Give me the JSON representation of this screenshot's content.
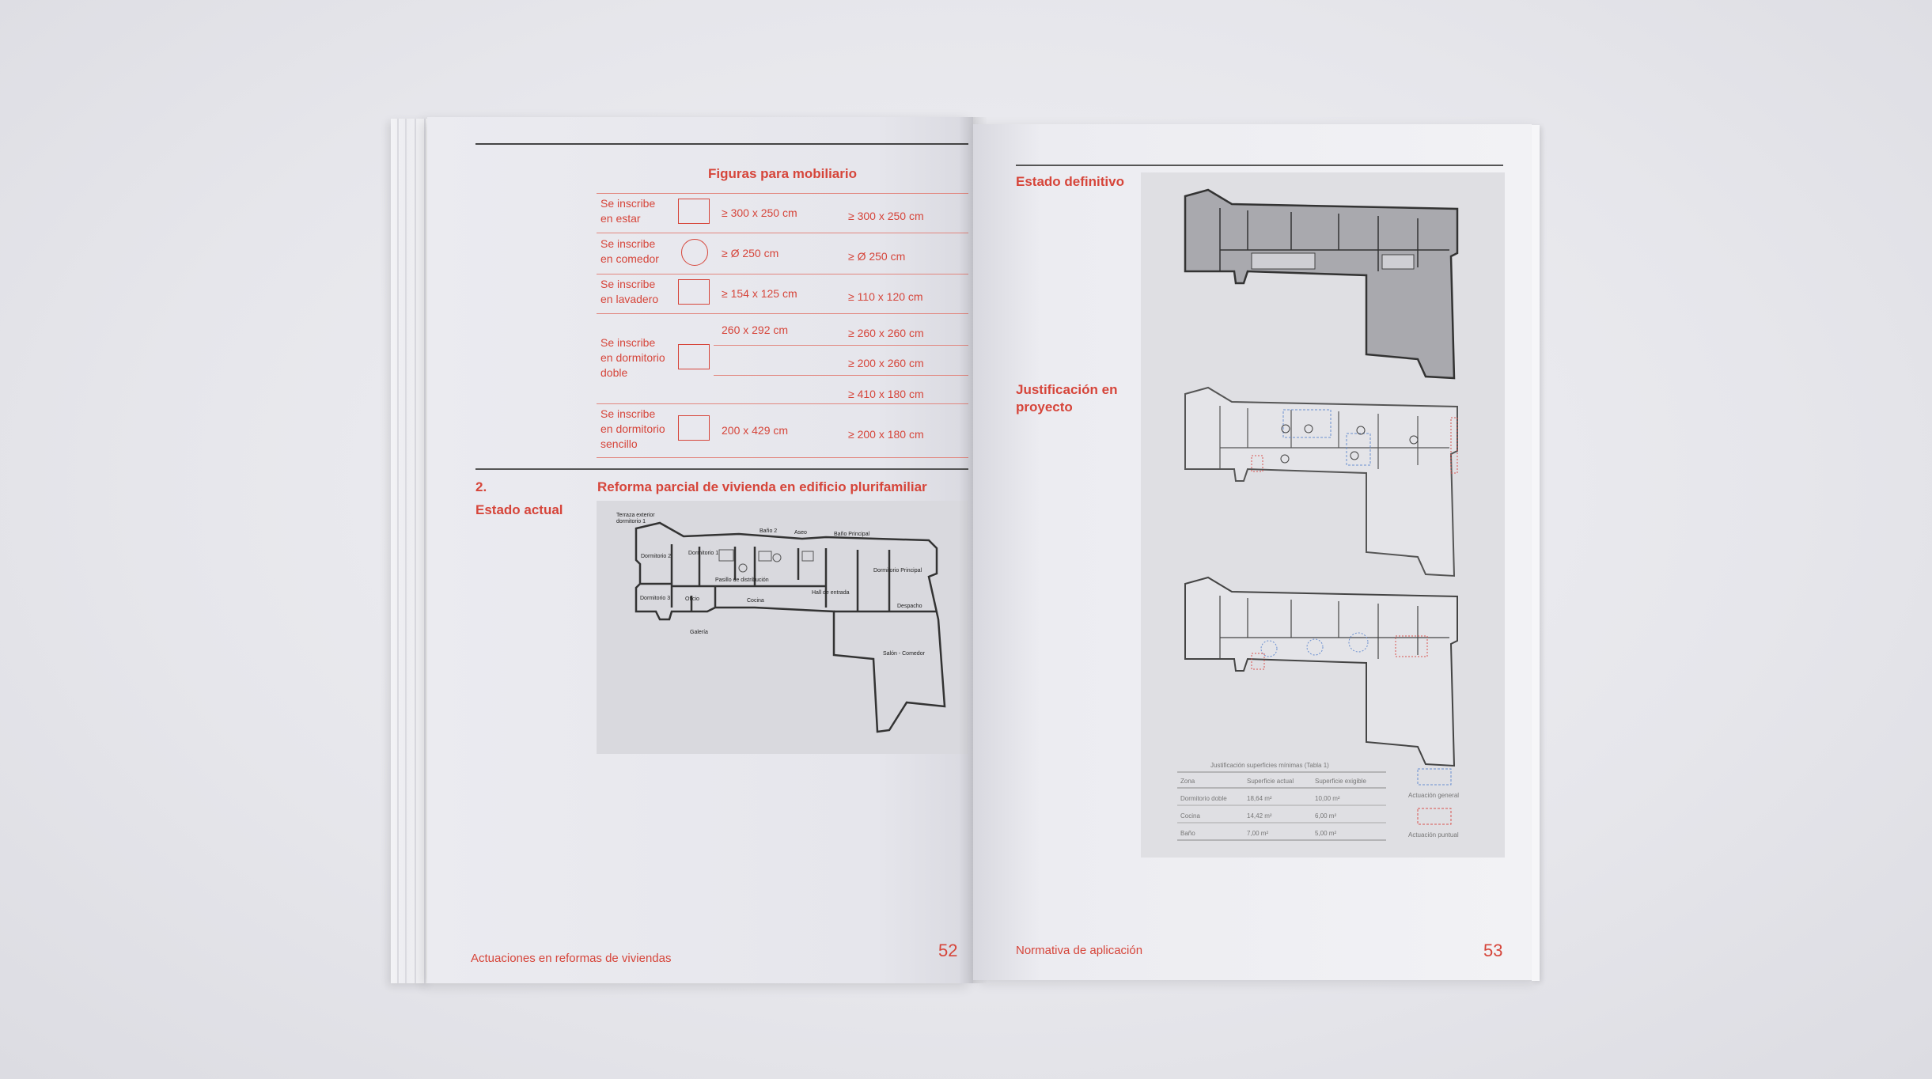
{
  "left_page": {
    "section_title": "Figuras para mobiliario",
    "rows": [
      {
        "label": [
          "Se inscribe",
          "en estar"
        ],
        "shape": "square",
        "col1": "≥ 300 x 250 cm",
        "col2": "≥ 300 x 250 cm"
      },
      {
        "label": [
          "Se inscribe",
          "en comedor"
        ],
        "shape": "circle",
        "col1": "≥ Ø 250 cm",
        "col2": "≥ Ø 250 cm"
      },
      {
        "label": [
          "Se inscribe",
          "en lavadero"
        ],
        "shape": "square",
        "col1": "≥ 154 x 125 cm",
        "col2": "≥ 110 x 120 cm"
      },
      {
        "label": [
          "Se inscribe",
          "en dormitorio",
          "doble"
        ],
        "shape": "square",
        "col1": "260 x 292 cm",
        "col2_lines": [
          "≥ 260 x 260 cm",
          "≥ 200 x 260 cm",
          "≥ 410 x 180 cm"
        ]
      },
      {
        "label": [
          "Se inscribe",
          "en dormitorio",
          "sencillo"
        ],
        "shape": "square",
        "col1": "200 x 429 cm",
        "col2": "≥ 200 x 180 cm"
      }
    ],
    "section_number": "2.",
    "section_label": "Estado actual",
    "section_heading": "Reforma parcial de vivienda en edificio plurifamiliar",
    "plan_labels": [
      "Terraza exterior dormitorio 1",
      "Baño 2",
      "Aseo",
      "Baño Principal",
      "Dormitorio 2",
      "Dormitorio 1",
      "Dormitorio Principal",
      "Pasillo de distribución",
      "Hall de entrada",
      "Dormitorio 3",
      "Oficio",
      "Cocina",
      "Despacho",
      "Galería",
      "Salón - Comedor"
    ],
    "footer": "Actuaciones en reformas de viviendas",
    "page_number": "52"
  },
  "right_page": {
    "label_1": "Estado definitivo",
    "label_2": [
      "Justificación en",
      "proyecto"
    ],
    "table": {
      "caption": "Justificación superficies mínimas (Tabla 1)",
      "headers": [
        "Zona",
        "Superficie actual",
        "Superficie exigible"
      ],
      "rows": [
        [
          "Dormitorio doble",
          "18,64 m²",
          "10,00 m²"
        ],
        [
          "Cocina",
          "14,42 m²",
          "6,00 m²"
        ],
        [
          "Baño",
          "7,00 m²",
          "5,00 m²"
        ]
      ]
    },
    "legend": [
      {
        "label": "Actuación general",
        "color": "#6a8fd0"
      },
      {
        "label": "Actuación puntual",
        "color": "#d9534f"
      }
    ],
    "footer": "Normativa de aplicación",
    "page_number": "53"
  },
  "colors": {
    "accent": "#d6453a",
    "rule": "#333333"
  }
}
